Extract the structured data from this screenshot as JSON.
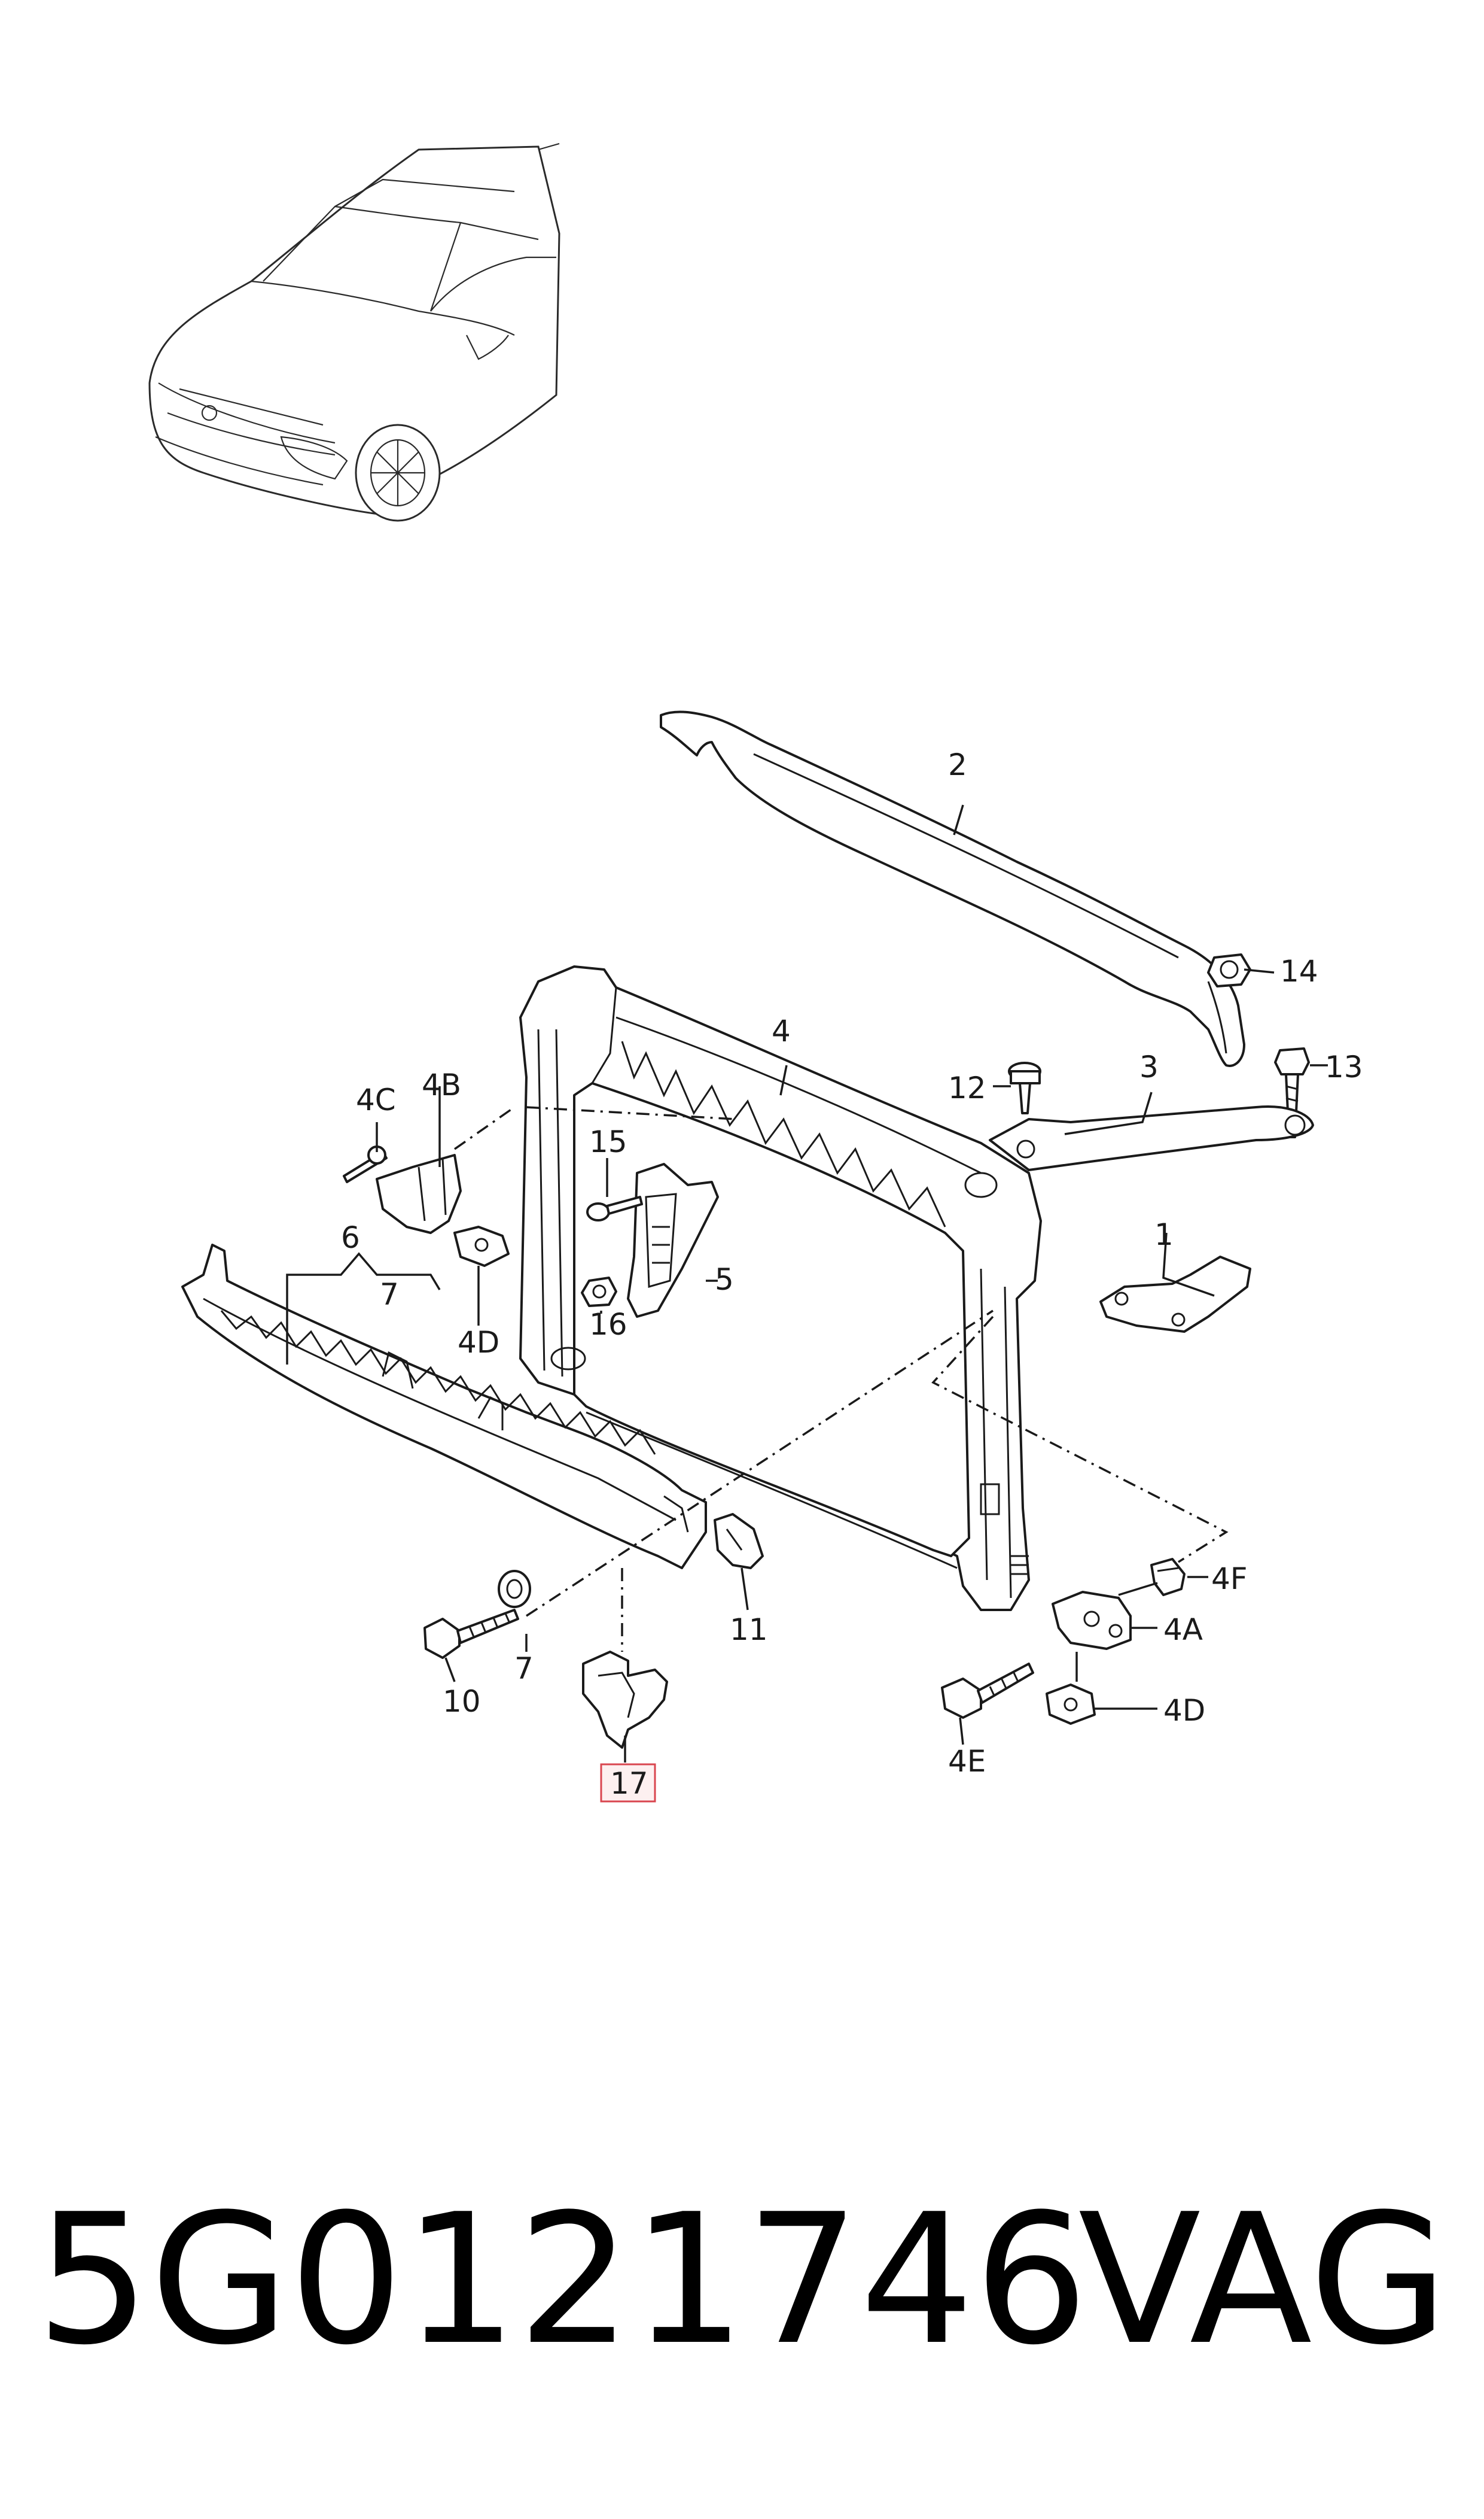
{
  "callouts": {
    "c1": "1",
    "c2": "2",
    "c3": "3",
    "c4": "4",
    "c4a": "4A",
    "c4b": "4B",
    "c4c": "4C",
    "c4d_left": "4D",
    "c4d_right": "4D",
    "c4e": "4E",
    "c4f": "4F",
    "c5": "5",
    "c6": "6",
    "c7_top": "7",
    "c7_bottom": "7",
    "c10": "10",
    "c11": "11",
    "c12": "12",
    "c13": "13",
    "c14": "14",
    "c15": "15",
    "c16": "16",
    "c17": "17"
  },
  "highlighted_callout": "17",
  "highlight_color": "#d9464f",
  "footer": {
    "part_number": "5G0121746",
    "brand": "VAG"
  }
}
